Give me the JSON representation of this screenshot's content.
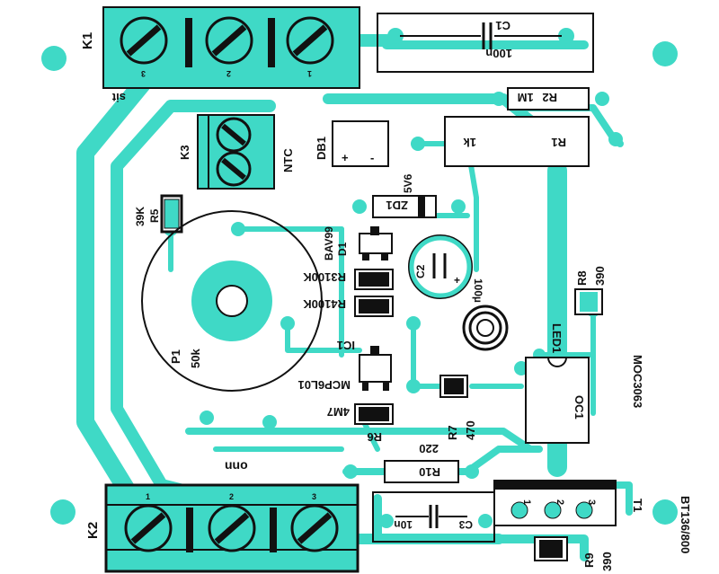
{
  "colors": {
    "copper": "#3fd9c6",
    "silk": "#111111",
    "background": "#ffffff"
  },
  "board": {
    "connectors": {
      "k1": {
        "ref": "K1",
        "pins": [
          "3",
          "2",
          "1"
        ],
        "note": "sit"
      },
      "k2": {
        "ref": "K2",
        "pins": [
          "1",
          "2",
          "3"
        ]
      },
      "k3": {
        "ref": "K3",
        "value": "NTC"
      }
    },
    "components": {
      "c1": {
        "ref": "C1",
        "value": "100n"
      },
      "r2": {
        "ref": "R2",
        "value": "1M"
      },
      "r1": {
        "ref": "R1",
        "value": "1k"
      },
      "db1": {
        "ref": "DB1",
        "plus": "+",
        "minus": "-"
      },
      "zd1": {
        "ref": "ZD1",
        "value": "5V6"
      },
      "d1": {
        "ref": "D1",
        "value": "BAV99"
      },
      "c2": {
        "ref": "C2",
        "value": "100µ"
      },
      "r5": {
        "ref": "R5",
        "value": "39K"
      },
      "r3": {
        "ref": "R3",
        "value": "100K"
      },
      "r4": {
        "ref": "R4",
        "value": "100K"
      },
      "p1": {
        "ref": "P1",
        "value": "50k"
      },
      "ic1": {
        "ref": "IC1",
        "value": "MCP6L01"
      },
      "led1": {
        "ref": "LED1"
      },
      "r8": {
        "ref": "R8",
        "value": "390"
      },
      "oc1": {
        "ref": "OC1",
        "value": "MOC3063"
      },
      "r7": {
        "ref": "R7",
        "value": "470"
      },
      "r6": {
        "ref": "R6",
        "value": "4M7"
      },
      "r10": {
        "ref": "R10",
        "value": "220"
      },
      "t1": {
        "ref": "T1",
        "value": "BT136/800",
        "pins": [
          "1",
          "2",
          "3"
        ]
      },
      "c3": {
        "ref": "C3",
        "value": "10n"
      },
      "r9": {
        "ref": "R9",
        "value": "390"
      }
    },
    "markings": {
      "out": "uuo"
    }
  }
}
